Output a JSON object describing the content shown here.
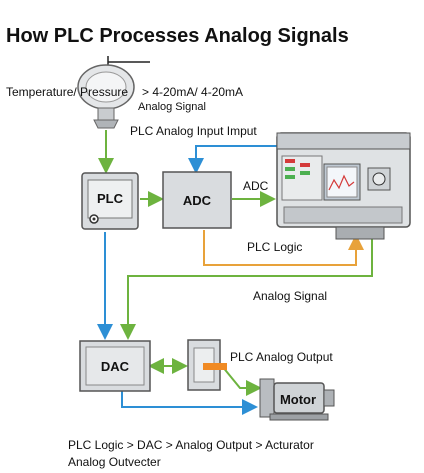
{
  "title": "How PLC Processes Analog Signals",
  "sensor": {
    "label": "Temperature/ Pressure",
    "signal_range": "> 4-20mA/ 4-20mA",
    "signal_type": "Analog Signal"
  },
  "labels": {
    "analog_input": "PLC Analog Input Imput",
    "adc_out": "ADC",
    "plc_logic": "PLC Logic",
    "analog_signal": "Analog Signal",
    "analog_output": "PLC Analog Output"
  },
  "blocks": {
    "plc": "PLC",
    "adc": "ADC",
    "dac": "DAC",
    "motor": "Motor"
  },
  "footer": {
    "line1": "PLC Logic > DAC > Analog Output > Acturator",
    "line2": "Analog Outvecter"
  },
  "colors": {
    "green": "#6db33f",
    "blue": "#2d8fd5",
    "orange": "#e8a23a",
    "box_fill": "#d9dcdf",
    "box_stroke": "#555"
  }
}
